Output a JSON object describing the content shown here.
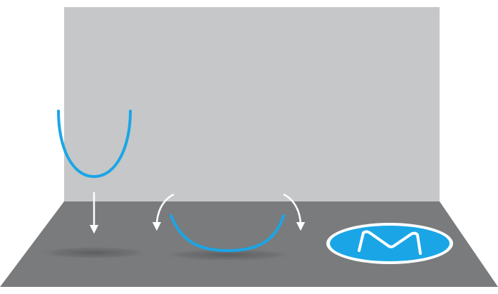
{
  "colors": {
    "background": "#ffffff",
    "wall": "#c6c7c8",
    "floor": "#7a7b7d",
    "shadow": "#5c5d5f",
    "curve": "#1aa6e6",
    "arrow": "#ffffff",
    "logo_disc": "#1aa6e6",
    "logo_ring": "#ffffff",
    "logo_letter": "#ffffff"
  },
  "stages": [
    {
      "id": "falling",
      "icon": "u-shape-falling-icon"
    },
    {
      "id": "rocking",
      "icon": "u-shape-rocking-icon"
    },
    {
      "id": "flattened",
      "icon": "logo-disc-icon"
    }
  ]
}
